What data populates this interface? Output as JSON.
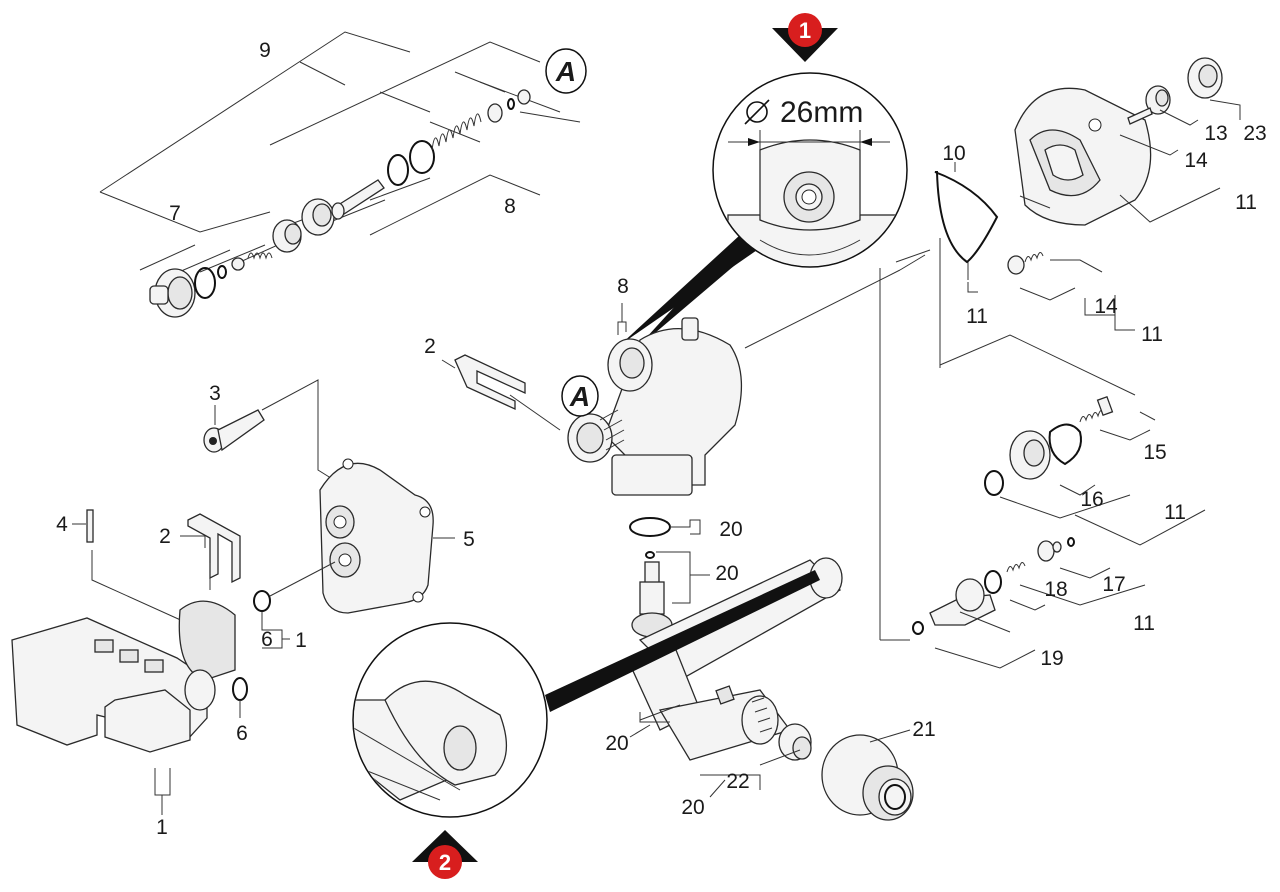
{
  "diagram": {
    "detail_badges": [
      {
        "id": "detail-1",
        "number": "1",
        "color": "#d81e1e"
      },
      {
        "id": "detail-2",
        "number": "2",
        "color": "#d81e1e"
      }
    ],
    "dimension_label": "26mm",
    "reference_mark": "A",
    "callouts": [
      {
        "id": "c9",
        "text": "9"
      },
      {
        "id": "c7",
        "text": "7"
      },
      {
        "id": "c8a",
        "text": "8"
      },
      {
        "id": "c8b",
        "text": "8"
      },
      {
        "id": "c2a",
        "text": "2"
      },
      {
        "id": "c3",
        "text": "3"
      },
      {
        "id": "c4",
        "text": "4"
      },
      {
        "id": "c2b",
        "text": "2"
      },
      {
        "id": "c5",
        "text": "5"
      },
      {
        "id": "c6a",
        "text": "6"
      },
      {
        "id": "c1a",
        "text": "1"
      },
      {
        "id": "c6b",
        "text": "6"
      },
      {
        "id": "c1b",
        "text": "1"
      },
      {
        "id": "c20a",
        "text": "20"
      },
      {
        "id": "c20b",
        "text": "20"
      },
      {
        "id": "c20c",
        "text": "20"
      },
      {
        "id": "c20d",
        "text": "20"
      },
      {
        "id": "c21",
        "text": "21"
      },
      {
        "id": "c22",
        "text": "22"
      },
      {
        "id": "c10",
        "text": "10"
      },
      {
        "id": "c11a",
        "text": "11"
      },
      {
        "id": "c13",
        "text": "13"
      },
      {
        "id": "c23",
        "text": "23"
      },
      {
        "id": "c14a",
        "text": "14"
      },
      {
        "id": "c11b",
        "text": "11"
      },
      {
        "id": "c14b",
        "text": "14"
      },
      {
        "id": "c11c",
        "text": "11"
      },
      {
        "id": "c15",
        "text": "15"
      },
      {
        "id": "c16",
        "text": "16"
      },
      {
        "id": "c11d",
        "text": "11"
      },
      {
        "id": "c18",
        "text": "18"
      },
      {
        "id": "c17",
        "text": "17"
      },
      {
        "id": "c11e",
        "text": "11"
      },
      {
        "id": "c19",
        "text": "19"
      }
    ]
  }
}
